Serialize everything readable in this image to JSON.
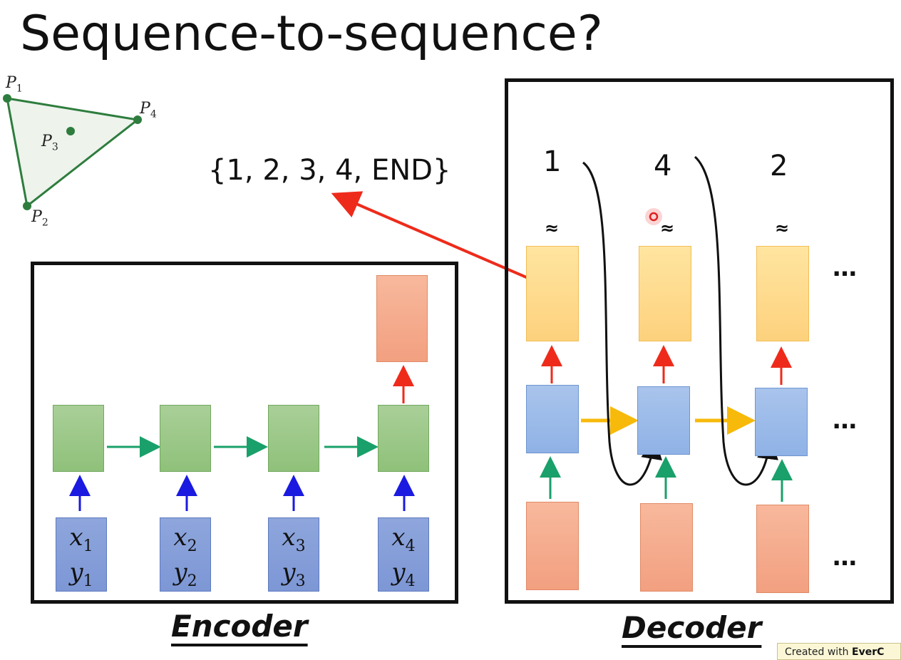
{
  "slide": {
    "title": "Sequence-to-sequence?",
    "set_label": "{1, 2, 3, 4, END}"
  },
  "triangle": {
    "points": [
      {
        "name": "P",
        "sub": "1"
      },
      {
        "name": "P",
        "sub": "2"
      },
      {
        "name": "P",
        "sub": "3"
      },
      {
        "name": "P",
        "sub": "4"
      }
    ]
  },
  "encoder": {
    "caption": "Encoder",
    "inputs": [
      {
        "x": "x",
        "xs": "1",
        "y": "y",
        "ys": "1"
      },
      {
        "x": "x",
        "xs": "2",
        "y": "y",
        "ys": "2"
      },
      {
        "x": "x",
        "xs": "3",
        "y": "y",
        "ys": "3"
      },
      {
        "x": "x",
        "xs": "4",
        "y": "y",
        "ys": "4"
      }
    ]
  },
  "decoder": {
    "caption": "Decoder",
    "outputs": [
      "1",
      "4",
      "2"
    ],
    "tilde": "≈",
    "ellipsis": "…"
  },
  "watermark": {
    "prefix": "Created with ",
    "brand": "EverC"
  },
  "colors": {
    "arrow_red": "#ee2b1b",
    "arrow_blue": "#1a1ae0",
    "arrow_green": "#1aa06a",
    "arrow_yellow": "#f7b90a",
    "triangle_green": "#2e7d3e"
  }
}
